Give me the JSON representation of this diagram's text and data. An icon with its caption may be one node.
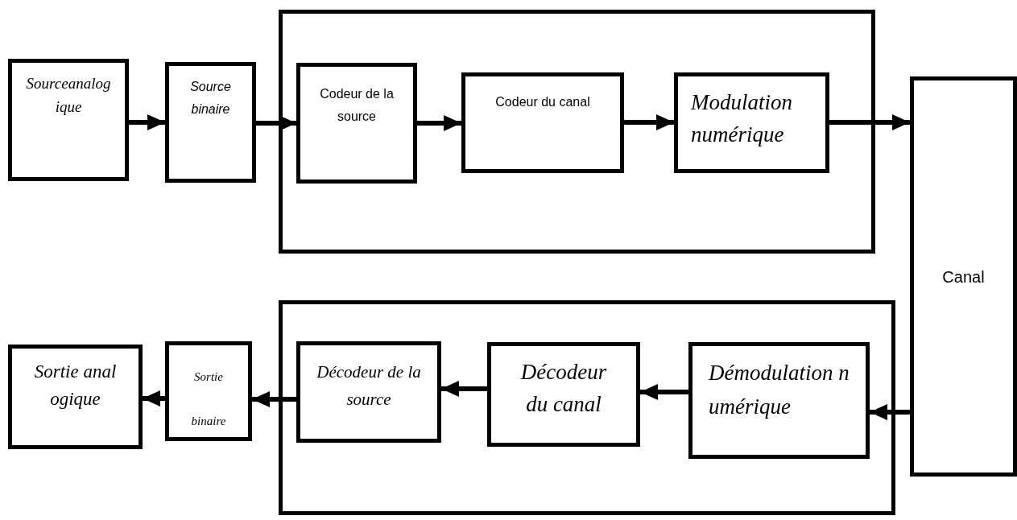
{
  "diagram": {
    "nodes": [
      {
        "text": [],
        "shape": "box"
      },
      {
        "text": [
          "Sourceanalogique"
        ]
      },
      {
        "text": [
          "Source binaire"
        ]
      },
      {
        "text": [
          "Codeur de la source"
        ],
        "in": 0
      },
      {
        "text": [
          "Codeur du canal"
        ],
        "in": 0
      },
      {
        "text": [
          "Modulation numérique"
        ],
        "in": 0
      },
      {
        "text": [
          "Canal"
        ]
      },
      {
        "text": [],
        "shape": "box"
      },
      {
        "text": [
          "Sortie analogique"
        ]
      },
      {
        "text": [
          "Sortie binaire"
        ]
      },
      {
        "text": [
          "Décodeur de la source"
        ],
        "in": 7
      },
      {
        "text": [
          "Décodeur du canal"
        ],
        "in": 7
      },
      {
        "text": [
          "Démodulation numérique"
        ],
        "in": 7
      }
    ],
    "edges": [
      {
        "from": 1,
        "to": 2,
        "arrow": "to"
      },
      {
        "from": 2,
        "to": 3,
        "arrow": "to"
      },
      {
        "from": 3,
        "to": 4,
        "arrow": "to"
      },
      {
        "from": 4,
        "to": 5,
        "arrow": "to"
      },
      {
        "from": 5,
        "to": 6,
        "arrow": "to"
      },
      {
        "from": 6,
        "to": 12,
        "arrow": "to"
      },
      {
        "from": 12,
        "to": 11,
        "arrow": "to"
      },
      {
        "from": 11,
        "to": 10,
        "arrow": "to"
      },
      {
        "from": 10,
        "to": 9,
        "arrow": "to"
      },
      {
        "from": 9,
        "to": 8,
        "arrow": "to"
      }
    ]
  }
}
